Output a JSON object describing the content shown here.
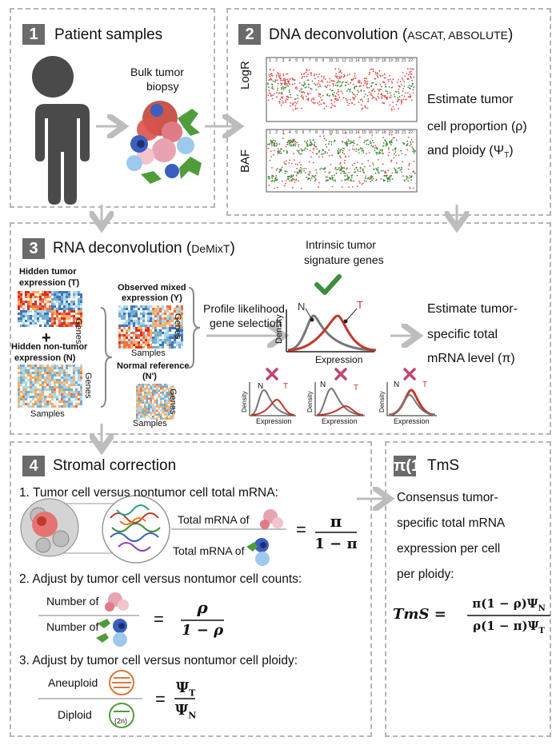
{
  "panel1": {
    "num": "1",
    "title": "Patient samples",
    "biopsy_label_1": "Bulk tumor",
    "biopsy_label_2": "biopsy"
  },
  "panel2": {
    "num": "2",
    "title": "DNA deconvolution (",
    "title_sub": "ASCAT, ABSOLUTE",
    "title_close": ")",
    "track1_label": "LogR",
    "track2_label": "BAF",
    "chromosomes": [
      "1",
      "2",
      "3",
      "4",
      "5",
      "6",
      "7",
      "8",
      "9",
      "10",
      "11",
      "12",
      "13",
      "14",
      "15",
      "16",
      "17",
      "18",
      "19",
      "20",
      "21",
      "22"
    ],
    "desc_1": "Estimate tumor",
    "desc_2": "cell proportion (ρ)",
    "desc_3": "and ploidy (Ψ",
    "desc_3_sub": "T",
    "desc_3_close": ")"
  },
  "panel3": {
    "num": "3",
    "title": "RNA deconvolution (",
    "title_sub": "DeMixT",
    "title_close": ")",
    "hidden_tumor_1": "Hidden tumor",
    "hidden_tumor_2": "expression (T)",
    "plus": "+",
    "hidden_nontumor_1": "Hidden non-tumor",
    "hidden_nontumor_2": "expression (N)",
    "genes": "Genes",
    "samples": "Samples",
    "observed_1": "Observed mixed",
    "observed_2": "expression (Y)",
    "normal_ref_1": "Normal reference",
    "normal_ref_2": "(N')",
    "profile_1": "Profile likelihood",
    "profile_2": "gene selection",
    "intrinsic_1": "Intrinsic tumor",
    "intrinsic_2": "signature genes",
    "density": "Density",
    "expression": "Expression",
    "N": "N",
    "T": "T",
    "estimate_1": "Estimate tumor-",
    "estimate_2": "specific total",
    "estimate_3": "mRNA level (π)",
    "check_color": "#3c8d3c",
    "cross_color": "#c0476e"
  },
  "panel4": {
    "num": "4",
    "title": "Stromal correction",
    "step1": "1. Tumor cell versus nontumor cell total mRNA:",
    "total_mrna_of": "Total mRNA of",
    "eq1_num": "π",
    "eq1_den": "1 − π",
    "step2": "2. Adjust by tumor cell versus nontumor cell counts:",
    "number_of": "Number of",
    "eq2_num": "ρ",
    "eq2_den": "1 − ρ",
    "step3": "3. Adjust by tumor cell versus nontumor cell ploidy:",
    "aneuploid": "Aneuploid",
    "diploid": "Diploid",
    "two_n": "(2n)",
    "eq3_num": "Ψ",
    "eq3_num_sub": "T",
    "eq3_den": "Ψ",
    "eq3_den_sub": "N",
    "equals": "="
  },
  "panel5": {
    "num": "π(1 − ρ)Ψ",
    "title": "TmS",
    "desc_1": "Consensus tumor-",
    "desc_2": "specific total mRNA",
    "desc_3": "expression per cell",
    "desc_4": "per ploidy:",
    "lhs": "TmS",
    "eq": "=",
    "num_sub": "N",
    "den": "ρ(1 − π)Ψ",
    "den_sub": "T"
  },
  "colors": {
    "border": "#b5b5b5",
    "badge": "#6b6b6b",
    "arrow": "#bdbdbd",
    "tumor_red": "#c0392b",
    "normal_gray": "#777777",
    "green_cell": "#4f9d3a",
    "blue_cell": "#3b5fc0"
  }
}
